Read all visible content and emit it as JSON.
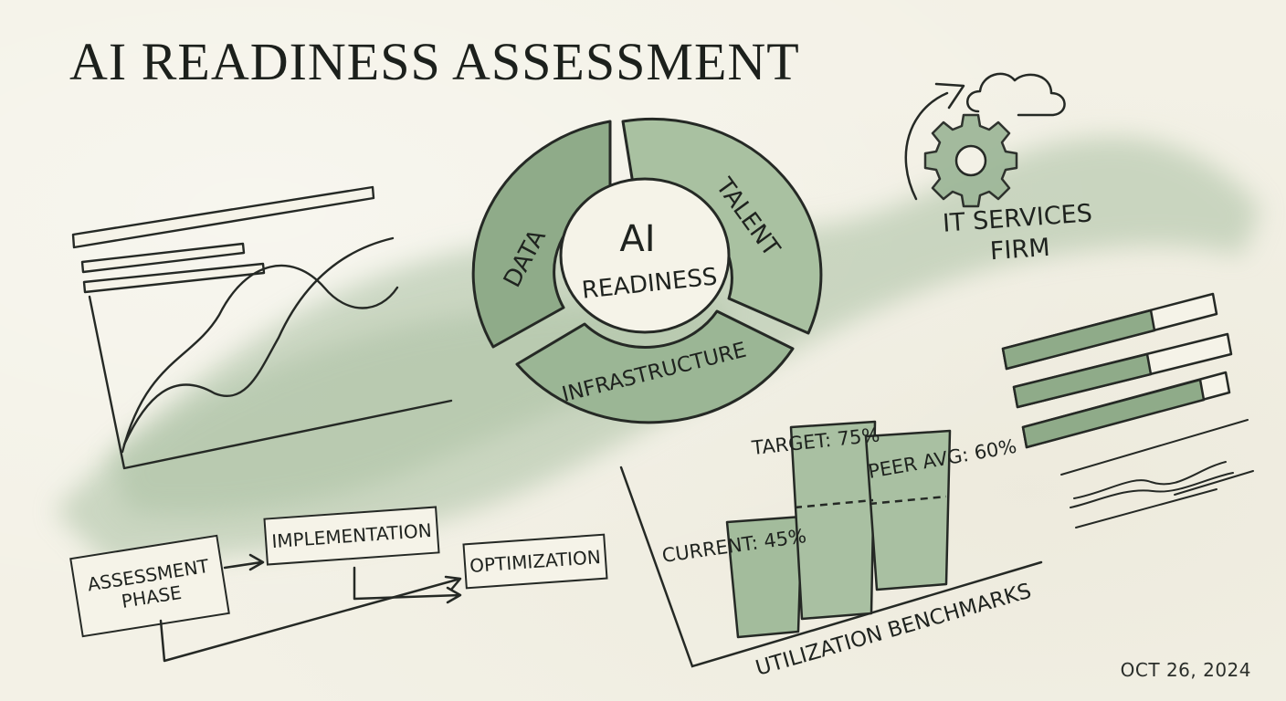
{
  "title": "AI READINESS ASSESSMENT",
  "date": "OCT 26, 2024",
  "wheel": {
    "center_line1": "AI",
    "center_line2": "READINESS",
    "segments": [
      "DATA",
      "TALENT",
      "INFRASTRUCTURE"
    ]
  },
  "firm": {
    "line1": "IT SERVICES",
    "line2": "FIRM",
    "icons": [
      "cloud-icon",
      "gear-icon",
      "curved-arrow-icon"
    ]
  },
  "flow": {
    "assessment_line1": "ASSESSMENT",
    "assessment_line2": "PHASE",
    "implementation": "IMPLEMENTATION",
    "optimization": "OPTIMIZATION"
  },
  "benchmarks": {
    "title": "UTILIZATION BENCHMARKS",
    "current_label": "CURRENT: 45%",
    "target_label": "TARGET: 75%",
    "peer_label": "PEER AVG: 60%",
    "current_value": 45,
    "target_value": 75,
    "peer_value": 60
  },
  "colors": {
    "ink": "#1f231f",
    "sage": "#9fb89a",
    "sage_light": "#bccdb5",
    "paper": "#f3f1e6"
  }
}
